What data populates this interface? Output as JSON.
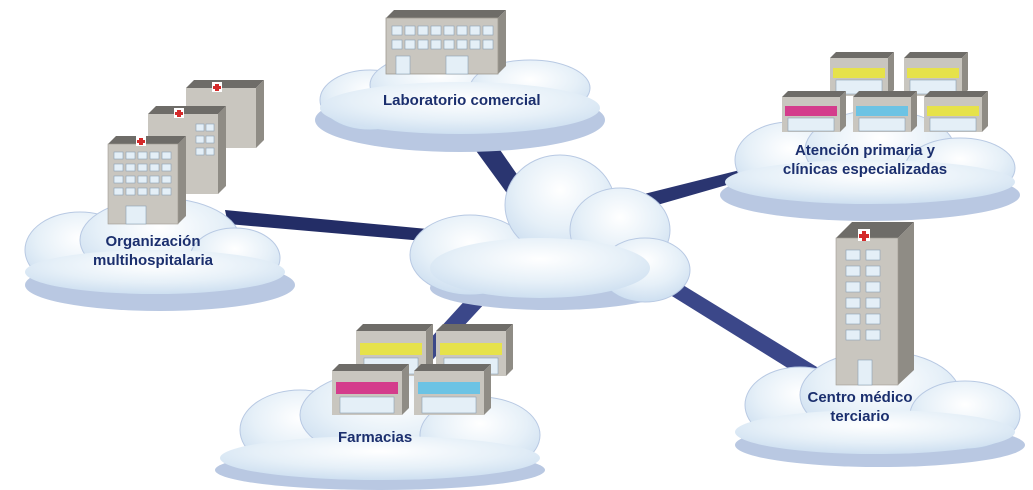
{
  "nodes": {
    "laboratory": {
      "label": "Laboratorio comercial"
    },
    "primary_care": {
      "line1": "Atención primaria y",
      "line2": "clínicas especializadas"
    },
    "multihospital": {
      "line1": "Organización",
      "line2": "multihospitalaria"
    },
    "pharmacies": {
      "label": "Farmacias"
    },
    "tertiary": {
      "line1": "Centro médico",
      "line2": "terciario"
    }
  },
  "colors": {
    "cloud_fill": "#dbe9f4",
    "cloud_shadow": "#b8c9e3",
    "link": "#23306b",
    "label_text": "#1b2f6e",
    "building_front": "#c9c6bf",
    "building_side": "#8f8c85",
    "building_top": "#6e6c68",
    "window": "#e4eff7",
    "cross": "#d42a2a",
    "awning_magenta": "#d43c8c",
    "awning_yellow": "#e6e24a",
    "awning_cyan": "#6cc3e4"
  }
}
